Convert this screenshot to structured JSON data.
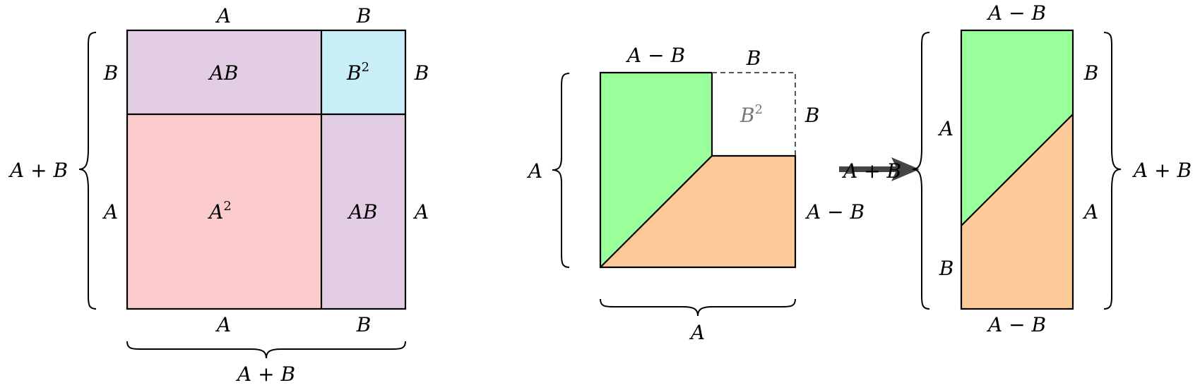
{
  "colors": {
    "purple": "#e3cde4",
    "cyan": "#c8eef7",
    "pink": "#fbcccb",
    "green": "#9aff9a",
    "orange": "#fdc998",
    "outline": "#000000",
    "dashed": "#555555",
    "arrow": "#444444"
  },
  "square": {
    "top_a": "A",
    "top_b": "B",
    "left_b": "B",
    "left_a": "A",
    "right_b": "B",
    "right_a": "A",
    "bottom_a": "A",
    "bottom_b": "B",
    "brace_left": "A + B",
    "brace_bottom": "A + B",
    "cell_ab_top": "AB",
    "cell_b2": "B",
    "cell_b2_exp": "2",
    "cell_a2": "A",
    "cell_a2_exp": "2",
    "cell_ab_right": "AB"
  },
  "middle": {
    "top_amb": "A − B",
    "top_b": "B",
    "b2": "B",
    "b2_exp": "2",
    "right_b": "B",
    "right_amb": "A − B",
    "brace_left": "A",
    "brace_bottom": "A"
  },
  "arrow_label": "A + B",
  "rect": {
    "top": "A − B",
    "bottom": "A − B",
    "right_b": "B",
    "right_a": "A",
    "left_a": "A",
    "left_b": "B",
    "brace_right": "A + B"
  }
}
